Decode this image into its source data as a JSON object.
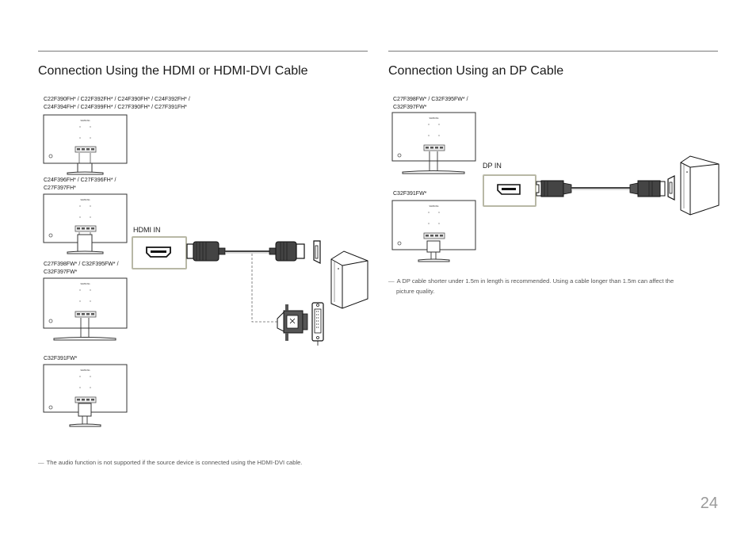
{
  "page_number": "24",
  "left_section": {
    "heading": "Connection Using the HDMI or HDMI-DVI Cable",
    "groups": [
      {
        "models_line1": "C22F390FH* / C22F392FH* / C24F390FH* / C24F392FH* /",
        "models_line2": "C24F394FH* / C24F399FH* / C27F390FH* / C27F391FH*"
      },
      {
        "models_line1": "C24F396FH* / C27F396FH* /",
        "models_line2": "C27F397FH*"
      },
      {
        "models_line1": "C27F398FW* / C32F395FW* /",
        "models_line2": "C32F397FW*"
      },
      {
        "models_line1": "C32F391FW*",
        "models_line2": ""
      }
    ],
    "port_label": "HDMI IN",
    "footnote": "The audio function is not supported if the source device is connected using the HDMI-DVI cable."
  },
  "right_section": {
    "heading": "Connection Using an DP Cable",
    "groups": [
      {
        "models_line1": "C27F398FW* / C32F395FW* /",
        "models_line2": "C32F397FW*"
      },
      {
        "models_line1": "C32F391FW*",
        "models_line2": ""
      }
    ],
    "port_label": "DP IN",
    "footnote_line1": "A DP cable shorter under 1.5m in length is recommended. Using a cable longer than 1.5m can affect the",
    "footnote_line2": "picture quality."
  },
  "footnote_mark": "―",
  "brand_mark": "SAMSUNG",
  "icons": [
    "monitor-back",
    "hdmi-port",
    "hdmi-connector",
    "dvi-connector",
    "dvi-port",
    "dp-port",
    "dp-connector",
    "pc-tower"
  ],
  "colors": {
    "port_highlight": "#b8b8a6",
    "rule": "#7a7a7a",
    "page_number": "#9a9a9a"
  }
}
